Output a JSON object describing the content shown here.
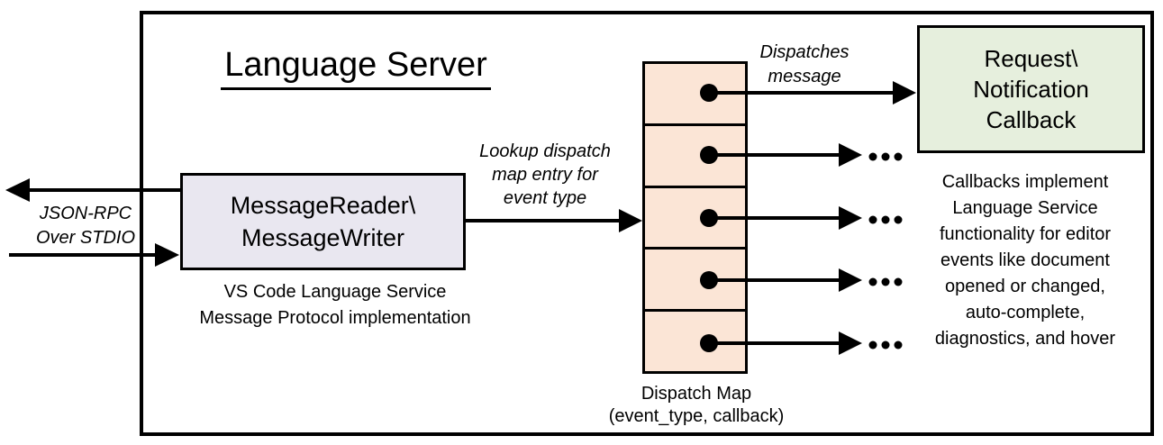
{
  "diagram": {
    "container_title": "Language Server",
    "io_label": [
      "JSON-RPC",
      "Over STDIO"
    ],
    "reader_box": [
      "MessageReader\\",
      "MessageWriter"
    ],
    "reader_caption": [
      "VS Code Language Service",
      "Message Protocol implementation"
    ],
    "lookup_label": [
      "Lookup dispatch",
      "map entry for",
      "event type"
    ],
    "dispatches_label": [
      "Dispatches",
      "message"
    ],
    "callback_box": [
      "Request\\",
      "Notification",
      "Callback"
    ],
    "dispatch_caption": [
      "Dispatch Map",
      "(event_type, callback)"
    ],
    "callbacks_note": [
      "Callbacks implement",
      "Language Service",
      "functionality for editor",
      "events like document",
      "opened or changed,",
      "auto-complete,",
      "diagnostics, and hover"
    ],
    "ellipsis": "...",
    "dispatch_cell_count": 5,
    "colors": {
      "reader_fill": "#E9E7F0",
      "dispatch_fill": "#FBE5D6",
      "callback_fill": "#E6EFDD",
      "line_color": "#000000",
      "background": "#FFFFFF"
    }
  }
}
